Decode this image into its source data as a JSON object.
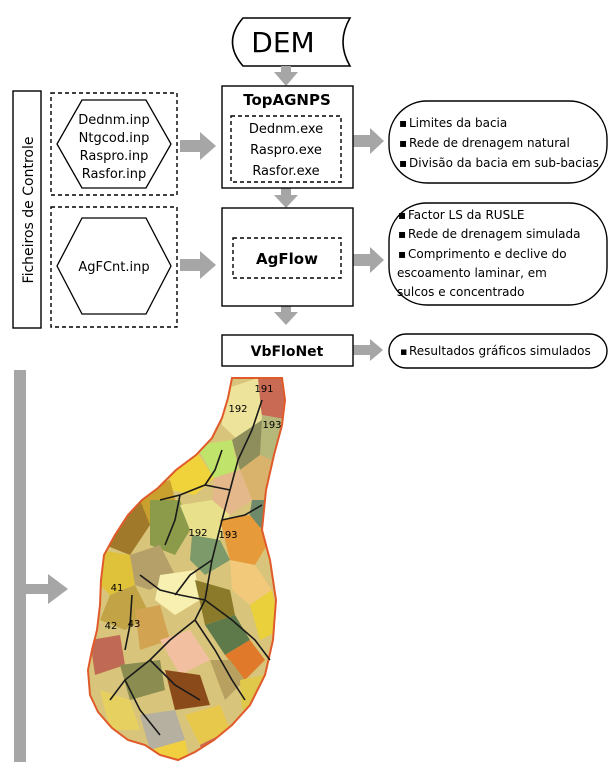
{
  "dem": {
    "label": "DEM"
  },
  "control_files": {
    "label": "Ficheiros de Controle",
    "group1": [
      "Dednm.inp",
      "Ntgcod.inp",
      "Raspro.inp",
      "Rasfor.inp"
    ],
    "group2": [
      "AgFCnt.inp"
    ]
  },
  "topagnps": {
    "title": "TopAGNPS",
    "exes": [
      "Dednm.exe",
      "Raspro.exe",
      "Rasfor.exe"
    ],
    "outputs": [
      "Limites da bacia",
      "Rede de drenagem natural",
      "Divisão da bacia em sub-bacias"
    ]
  },
  "agflow": {
    "title": "AgFlow",
    "outputs": [
      "Factor LS da RUSLE",
      "Rede de drenagem simulada",
      "Comprimento e declive do",
      "escoamento laminar, em",
      "sulcos e concentrado"
    ]
  },
  "vbflonet": {
    "title": "VbFloNet",
    "outputs": [
      "Resultados gráficos simulados"
    ]
  },
  "map": {
    "labels": [
      "191",
      "192",
      "193",
      "192",
      "193",
      "41",
      "42",
      "43"
    ]
  },
  "colors": {
    "arrow": "#a6a6a6",
    "watershed_border": "#e05a2a",
    "drainage": "#1a1a1a"
  }
}
